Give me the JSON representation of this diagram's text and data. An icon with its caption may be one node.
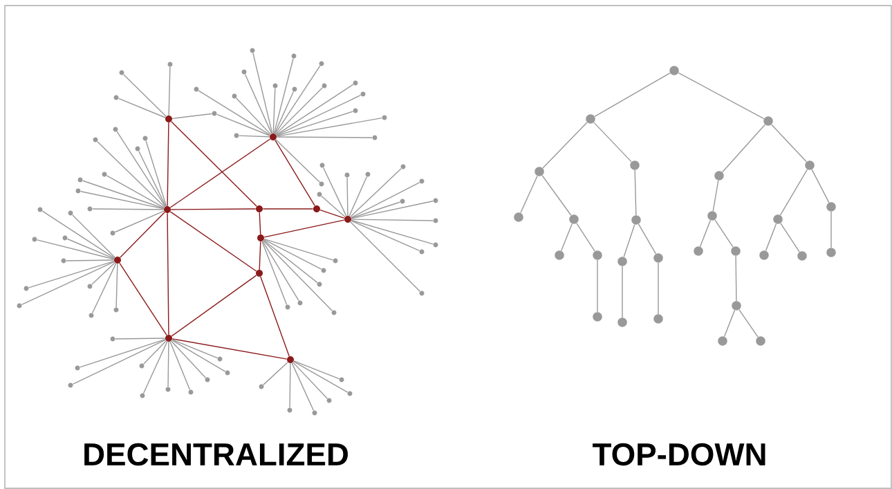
{
  "diagram": {
    "nodes": [
      {
        "text": [],
        "shape": "circle"
      },
      {
        "text": [],
        "shape": "circle"
      },
      {
        "text": [],
        "shape": "circle"
      },
      {
        "text": [],
        "shape": "circle"
      },
      {
        "text": [],
        "shape": "circle"
      },
      {
        "text": [],
        "shape": "circle"
      },
      {
        "text": [],
        "shape": "circle"
      },
      {
        "text": [],
        "shape": "circle"
      },
      {
        "text": [],
        "shape": "circle"
      },
      {
        "text": [],
        "shape": "circle"
      },
      {
        "text": [],
        "shape": "circle"
      },
      {
        "text": [],
        "shape": "circle"
      },
      {
        "text": [],
        "shape": "circle"
      },
      {
        "text": [],
        "shape": "circle"
      },
      {
        "text": [],
        "shape": "circle"
      },
      {
        "text": [],
        "shape": "circle"
      },
      {
        "text": [],
        "shape": "circle"
      },
      {
        "text": [],
        "shape": "circle"
      },
      {
        "text": [],
        "shape": "circle"
      },
      {
        "text": [],
        "shape": "circle"
      },
      {
        "text": [],
        "shape": "circle"
      },
      {
        "text": [],
        "shape": "circle"
      },
      {
        "text": [],
        "shape": "circle"
      },
      {
        "text": [],
        "shape": "circle"
      },
      {
        "text": [],
        "shape": "circle"
      },
      {
        "text": [],
        "shape": "circle"
      },
      {
        "text": [],
        "shape": "circle"
      },
      {
        "text": [],
        "shape": "circle"
      },
      {
        "text": [],
        "shape": "circle"
      },
      {
        "text": [],
        "shape": "circle"
      },
      {
        "text": [],
        "shape": "circle"
      },
      {
        "text": [],
        "shape": "circle"
      },
      {
        "text": [],
        "shape": "circle"
      },
      {
        "text": [],
        "shape": "circle"
      },
      {
        "text": [],
        "shape": "circle"
      },
      {
        "text": [],
        "shape": "circle"
      },
      {
        "text": [],
        "shape": "circle"
      },
      {
        "text": [],
        "shape": "circle"
      },
      {
        "text": [],
        "shape": "circle"
      },
      {
        "text": [],
        "shape": "circle"
      },
      {
        "text": [],
        "shape": "circle"
      },
      {
        "text": [],
        "shape": "circle"
      },
      {
        "text": [],
        "shape": "circle"
      },
      {
        "text": [],
        "shape": "circle"
      },
      {
        "text": [],
        "shape": "circle"
      },
      {
        "text": [],
        "shape": "circle"
      },
      {
        "text": [],
        "shape": "circle"
      },
      {
        "text": [],
        "shape": "circle"
      },
      {
        "text": [],
        "shape": "circle"
      },
      {
        "text": [],
        "shape": "circle"
      },
      {
        "text": [],
        "shape": "circle"
      },
      {
        "text": [],
        "shape": "circle"
      },
      {
        "text": [],
        "shape": "circle"
      },
      {
        "text": [],
        "shape": "circle"
      },
      {
        "text": [],
        "shape": "circle"
      },
      {
        "text": [],
        "shape": "circle"
      },
      {
        "text": [],
        "shape": "circle"
      },
      {
        "text": [],
        "shape": "circle"
      },
      {
        "text": [],
        "shape": "circle"
      },
      {
        "text": [],
        "shape": "circle"
      },
      {
        "text": [],
        "shape": "circle"
      },
      {
        "text": [],
        "shape": "circle"
      },
      {
        "text": [],
        "shape": "circle"
      },
      {
        "text": [],
        "shape": "circle"
      },
      {
        "text": [],
        "shape": "circle"
      },
      {
        "text": [],
        "shape": "circle"
      },
      {
        "text": [],
        "shape": "circle"
      },
      {
        "text": [],
        "shape": "circle"
      },
      {
        "text": [],
        "shape": "circle"
      },
      {
        "text": [],
        "shape": "circle"
      },
      {
        "text": [],
        "shape": "circle"
      },
      {
        "text": [],
        "shape": "circle"
      },
      {
        "text": [],
        "shape": "circle"
      },
      {
        "text": [],
        "shape": "circle"
      },
      {
        "text": [],
        "shape": "circle"
      },
      {
        "text": [],
        "shape": "circle"
      },
      {
        "text": [],
        "shape": "circle"
      },
      {
        "text": [],
        "shape": "circle"
      },
      {
        "text": [],
        "shape": "circle"
      },
      {
        "text": [],
        "shape": "circle"
      },
      {
        "text": [],
        "shape": "circle"
      },
      {
        "text": [],
        "shape": "circle"
      },
      {
        "text": [],
        "shape": "circle"
      },
      {
        "text": [],
        "shape": "circle"
      },
      {
        "text": [],
        "shape": "circle"
      },
      {
        "text": [],
        "shape": "circle"
      },
      {
        "text": [],
        "shape": "circle"
      },
      {
        "text": [],
        "shape": "circle"
      },
      {
        "text": [],
        "shape": "circle"
      },
      {
        "text": [],
        "shape": "circle"
      },
      {
        "text": [],
        "shape": "circle"
      },
      {
        "text": [],
        "shape": "circle"
      },
      {
        "text": [],
        "shape": "circle"
      },
      {
        "text": [],
        "shape": "circle"
      },
      {
        "text": [],
        "shape": "circle"
      },
      {
        "text": [],
        "shape": "circle"
      },
      {
        "text": [],
        "shape": "circle"
      },
      {
        "text": [],
        "shape": "circle"
      },
      {
        "text": [],
        "shape": "circle"
      },
      {
        "text": [],
        "shape": "circle"
      },
      {
        "text": [],
        "shape": "circle"
      },
      {
        "text": [],
        "shape": "circle"
      },
      {
        "text": [],
        "shape": "circle"
      },
      {
        "text": [],
        "shape": "circle"
      },
      {
        "text": [],
        "shape": "circle"
      },
      {
        "text": [],
        "shape": "circle"
      },
      {
        "text": [],
        "shape": "circle"
      },
      {
        "text": [],
        "shape": "circle"
      },
      {
        "text": [],
        "shape": "circle"
      },
      {
        "text": [],
        "shape": "circle"
      },
      {
        "text": [],
        "shape": "circle"
      },
      {
        "text": [],
        "shape": "circle"
      }
    ],
    "edges": [
      {
        "from": 0,
        "to": 2,
        "arrow": "none",
        "color": "#8b1a1a"
      },
      {
        "from": 0,
        "to": 3,
        "arrow": "none",
        "color": "#8b1a1a"
      },
      {
        "from": 1,
        "to": 2,
        "arrow": "none",
        "color": "#8b1a1a"
      },
      {
        "from": 1,
        "to": 4,
        "arrow": "none",
        "color": "#8b1a1a"
      },
      {
        "from": 2,
        "to": 3,
        "arrow": "none",
        "color": "#8b1a1a"
      },
      {
        "from": 3,
        "to": 4,
        "arrow": "none",
        "color": "#8b1a1a"
      },
      {
        "from": 4,
        "to": 5,
        "arrow": "none",
        "color": "#8b1a1a"
      },
      {
        "from": 3,
        "to": 6,
        "arrow": "none",
        "color": "#8b1a1a"
      },
      {
        "from": 6,
        "to": 5,
        "arrow": "none",
        "color": "#8b1a1a"
      },
      {
        "from": 6,
        "to": 8,
        "arrow": "none",
        "color": "#8b1a1a"
      },
      {
        "from": 2,
        "to": 8,
        "arrow": "none",
        "color": "#8b1a1a"
      },
      {
        "from": 2,
        "to": 7,
        "arrow": "none",
        "color": "#8b1a1a"
      },
      {
        "from": 2,
        "to": 9,
        "arrow": "none",
        "color": "#8b1a1a"
      },
      {
        "from": 7,
        "to": 9,
        "arrow": "none",
        "color": "#8b1a1a"
      },
      {
        "from": 9,
        "to": 8,
        "arrow": "none",
        "color": "#8b1a1a"
      },
      {
        "from": 8,
        "to": 10,
        "arrow": "none",
        "color": "#8b1a1a"
      },
      {
        "from": 9,
        "to": 10,
        "arrow": "none",
        "color": "#8b1a1a"
      },
      {
        "from": 0,
        "to": 11,
        "arrow": "none"
      },
      {
        "from": 1,
        "to": 11,
        "arrow": "none"
      },
      {
        "from": 0,
        "to": 12,
        "arrow": "none"
      },
      {
        "from": 0,
        "to": 13,
        "arrow": "none"
      },
      {
        "from": 0,
        "to": 14,
        "arrow": "none"
      },
      {
        "from": 1,
        "to": 15,
        "arrow": "none"
      },
      {
        "from": 1,
        "to": 16,
        "arrow": "none"
      },
      {
        "from": 1,
        "to": 17,
        "arrow": "none"
      },
      {
        "from": 1,
        "to": 18,
        "arrow": "none"
      },
      {
        "from": 1,
        "to": 19,
        "arrow": "none"
      },
      {
        "from": 1,
        "to": 20,
        "arrow": "none"
      },
      {
        "from": 1,
        "to": 21,
        "arrow": "none"
      },
      {
        "from": 1,
        "to": 22,
        "arrow": "none"
      },
      {
        "from": 1,
        "to": 23,
        "arrow": "none"
      },
      {
        "from": 1,
        "to": 24,
        "arrow": "none"
      },
      {
        "from": 1,
        "to": 25,
        "arrow": "none"
      },
      {
        "from": 1,
        "to": 26,
        "arrow": "none"
      },
      {
        "from": 1,
        "to": 27,
        "arrow": "none"
      },
      {
        "from": 1,
        "to": 28,
        "arrow": "none"
      },
      {
        "from": 1,
        "to": 29,
        "arrow": "none"
      },
      {
        "from": 1,
        "to": 30,
        "arrow": "none"
      },
      {
        "from": 5,
        "to": 31,
        "arrow": "none"
      },
      {
        "from": 5,
        "to": 32,
        "arrow": "none"
      },
      {
        "from": 5,
        "to": 33,
        "arrow": "none"
      },
      {
        "from": 5,
        "to": 34,
        "arrow": "none"
      },
      {
        "from": 5,
        "to": 35,
        "arrow": "none"
      },
      {
        "from": 5,
        "to": 36,
        "arrow": "none"
      },
      {
        "from": 5,
        "to": 37,
        "arrow": "none"
      },
      {
        "from": 5,
        "to": 38,
        "arrow": "none"
      },
      {
        "from": 5,
        "to": 39,
        "arrow": "none"
      },
      {
        "from": 5,
        "to": 40,
        "arrow": "none"
      },
      {
        "from": 5,
        "to": 41,
        "arrow": "none"
      },
      {
        "from": 5,
        "to": 42,
        "arrow": "none"
      },
      {
        "from": 2,
        "to": 43,
        "arrow": "none"
      },
      {
        "from": 2,
        "to": 44,
        "arrow": "none"
      },
      {
        "from": 2,
        "to": 45,
        "arrow": "none"
      },
      {
        "from": 2,
        "to": 46,
        "arrow": "none"
      },
      {
        "from": 2,
        "to": 47,
        "arrow": "none"
      },
      {
        "from": 2,
        "to": 48,
        "arrow": "none"
      },
      {
        "from": 2,
        "to": 49,
        "arrow": "none"
      },
      {
        "from": 2,
        "to": 50,
        "arrow": "none"
      },
      {
        "from": 2,
        "to": 51,
        "arrow": "none"
      },
      {
        "from": 7,
        "to": 52,
        "arrow": "none"
      },
      {
        "from": 7,
        "to": 53,
        "arrow": "none"
      },
      {
        "from": 7,
        "to": 54,
        "arrow": "none"
      },
      {
        "from": 7,
        "to": 55,
        "arrow": "none"
      },
      {
        "from": 7,
        "to": 56,
        "arrow": "none"
      },
      {
        "from": 7,
        "to": 57,
        "arrow": "none"
      },
      {
        "from": 7,
        "to": 58,
        "arrow": "none"
      },
      {
        "from": 7,
        "to": 59,
        "arrow": "none"
      },
      {
        "from": 7,
        "to": 60,
        "arrow": "none"
      },
      {
        "from": 7,
        "to": 61,
        "arrow": "none"
      },
      {
        "from": 9,
        "to": 62,
        "arrow": "none"
      },
      {
        "from": 9,
        "to": 63,
        "arrow": "none"
      },
      {
        "from": 9,
        "to": 64,
        "arrow": "none"
      },
      {
        "from": 9,
        "to": 65,
        "arrow": "none"
      },
      {
        "from": 9,
        "to": 66,
        "arrow": "none"
      },
      {
        "from": 9,
        "to": 67,
        "arrow": "none"
      },
      {
        "from": 9,
        "to": 68,
        "arrow": "none"
      },
      {
        "from": 9,
        "to": 69,
        "arrow": "none"
      },
      {
        "from": 9,
        "to": 70,
        "arrow": "none"
      },
      {
        "from": 9,
        "to": 71,
        "arrow": "none"
      },
      {
        "from": 6,
        "to": 72,
        "arrow": "none"
      },
      {
        "from": 6,
        "to": 73,
        "arrow": "none"
      },
      {
        "from": 6,
        "to": 74,
        "arrow": "none"
      },
      {
        "from": 6,
        "to": 75,
        "arrow": "none"
      },
      {
        "from": 6,
        "to": 76,
        "arrow": "none"
      },
      {
        "from": 6,
        "to": 77,
        "arrow": "none"
      },
      {
        "from": 10,
        "to": 78,
        "arrow": "none"
      },
      {
        "from": 10,
        "to": 79,
        "arrow": "none"
      },
      {
        "from": 10,
        "to": 80,
        "arrow": "none"
      },
      {
        "from": 10,
        "to": 81,
        "arrow": "none"
      },
      {
        "from": 10,
        "to": 82,
        "arrow": "none"
      },
      {
        "from": 10,
        "to": 83,
        "arrow": "none"
      },
      {
        "from": 84,
        "to": 85,
        "arrow": "none"
      },
      {
        "from": 84,
        "to": 86,
        "arrow": "none"
      },
      {
        "from": 85,
        "to": 87,
        "arrow": "none"
      },
      {
        "from": 85,
        "to": 88,
        "arrow": "none"
      },
      {
        "from": 86,
        "to": 89,
        "arrow": "none"
      },
      {
        "from": 86,
        "to": 90,
        "arrow": "none"
      },
      {
        "from": 87,
        "to": 91,
        "arrow": "none"
      },
      {
        "from": 87,
        "to": 92,
        "arrow": "none"
      },
      {
        "from": 92,
        "to": 97,
        "arrow": "none"
      },
      {
        "from": 92,
        "to": 98,
        "arrow": "none"
      },
      {
        "from": 88,
        "to": 93,
        "arrow": "none"
      },
      {
        "from": 93,
        "to": 99,
        "arrow": "none"
      },
      {
        "from": 93,
        "to": 100,
        "arrow": "none"
      },
      {
        "from": 89,
        "to": 94,
        "arrow": "none"
      },
      {
        "from": 94,
        "to": 101,
        "arrow": "none"
      },
      {
        "from": 94,
        "to": 102,
        "arrow": "none"
      },
      {
        "from": 90,
        "to": 95,
        "arrow": "none"
      },
      {
        "from": 90,
        "to": 96,
        "arrow": "none"
      },
      {
        "from": 95,
        "to": 103,
        "arrow": "none"
      },
      {
        "from": 95,
        "to": 104,
        "arrow": "none"
      },
      {
        "from": 96,
        "to": 105,
        "arrow": "none"
      },
      {
        "from": 98,
        "to": 106,
        "arrow": "none"
      },
      {
        "from": 99,
        "to": 107,
        "arrow": "none"
      },
      {
        "from": 100,
        "to": 108,
        "arrow": "none"
      },
      {
        "from": 102,
        "to": 109,
        "arrow": "none"
      },
      {
        "from": 109,
        "to": 110,
        "arrow": "none"
      },
      {
        "from": 109,
        "to": 111,
        "arrow": "none"
      }
    ],
    "labels": [
      "DECENTRALIZED",
      "TOP-DOWN"
    ]
  }
}
